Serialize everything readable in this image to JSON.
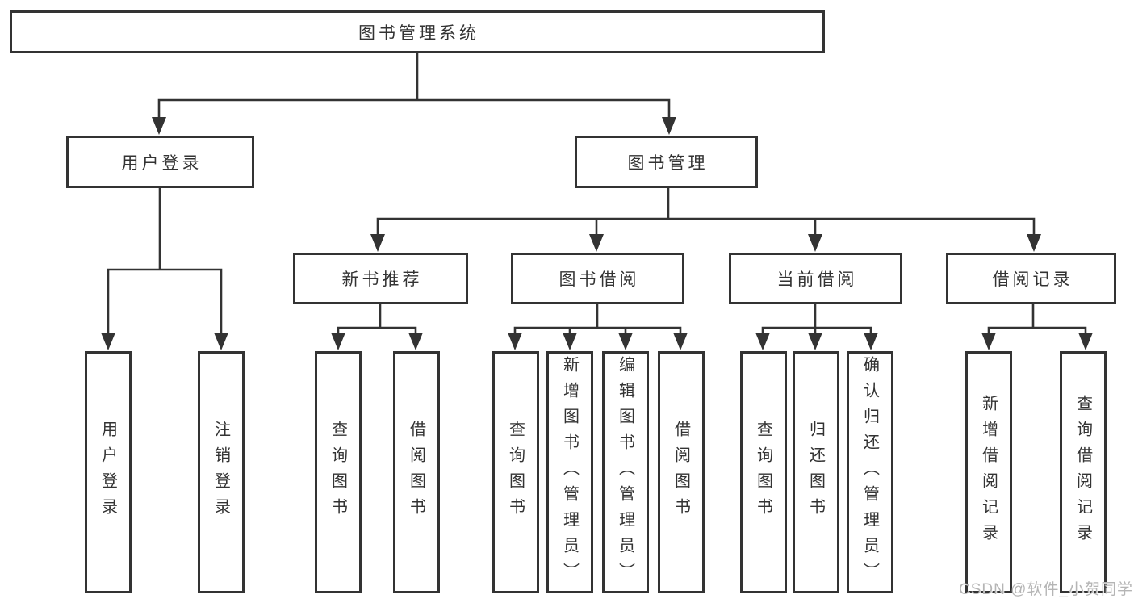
{
  "tree": {
    "root": {
      "label": "图书管理系统"
    },
    "branches": [
      {
        "label": "用户登录",
        "children": [
          "用户登录",
          "注销登录"
        ]
      },
      {
        "label": "图书管理",
        "children": [
          {
            "label": "新书推荐",
            "children": [
              "查询图书",
              "借阅图书"
            ]
          },
          {
            "label": "图书借阅",
            "children": [
              "查询图书",
              "新增图书（管理员）",
              "编辑图书（管理员）",
              "借阅图书"
            ]
          },
          {
            "label": "当前借阅",
            "children": [
              "查询图书",
              "归还图书",
              "确认归还（管理员）"
            ]
          },
          {
            "label": "借阅记录",
            "children": [
              "新增借阅记录",
              "查询借阅记录"
            ]
          }
        ]
      }
    ]
  },
  "watermark": {
    "text": "CSDN @软件_小贺同学"
  },
  "colors": {
    "line": "#333333",
    "text": "#333333",
    "background": "#ffffff",
    "watermark": "#b5b5b5"
  }
}
